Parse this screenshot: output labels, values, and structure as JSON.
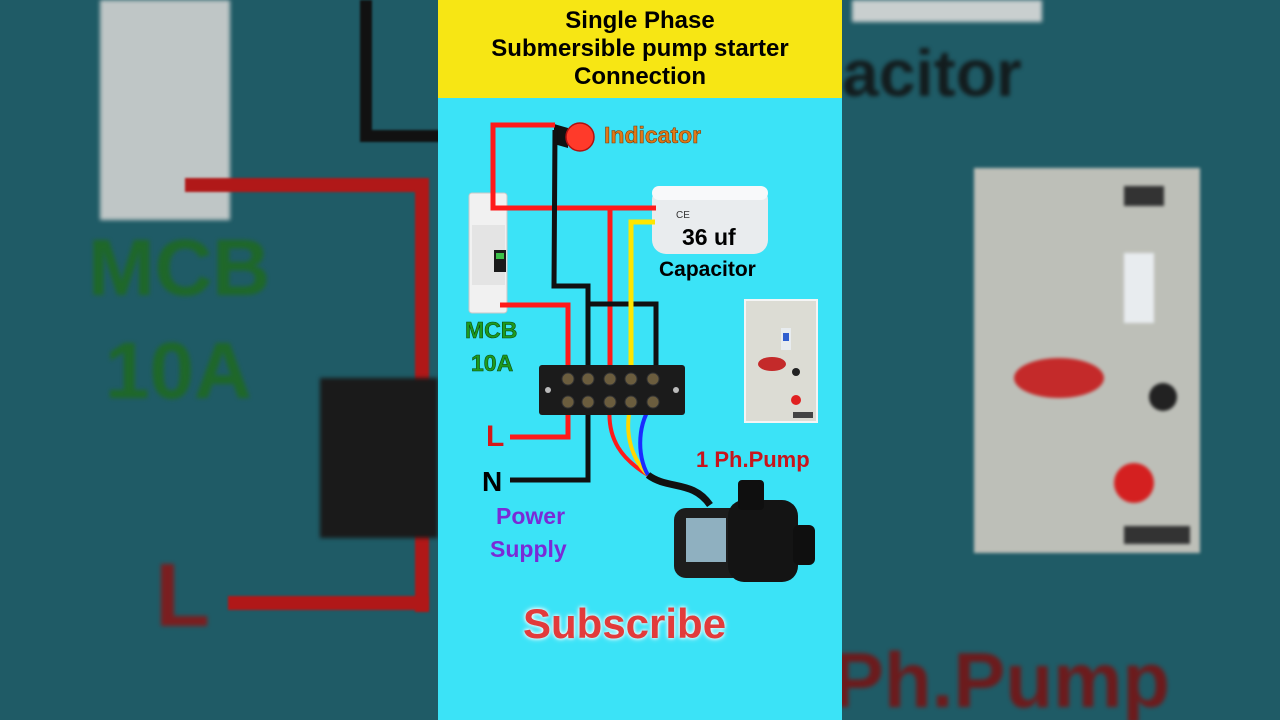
{
  "title": {
    "line1": "Single Phase",
    "line2": "Submersible pump starter",
    "line3": "Connection"
  },
  "labels": {
    "indicator": "Indicator",
    "capacitor_value": "36 uf",
    "capacitor": "Capacitor",
    "mcb": "MCB",
    "mcb_rating": "10A",
    "live": "L",
    "neutral": "N",
    "power_supply_1": "Power",
    "power_supply_2": "Supply",
    "pump": "1 Ph.Pump",
    "subscribe": "Subscribe"
  },
  "background_text": {
    "left_mcb": "MCB",
    "left_rating": "10A",
    "left_live": "L",
    "right_capacitor": "acitor",
    "right_pump": "Ph.Pump"
  },
  "colors": {
    "panel_bg": "#3be3f7",
    "title_bg": "#f7e614",
    "live_wire": "#ff1a1a",
    "neutral_wire": "#111111",
    "capacitor_wire": "#ffe600",
    "motor_wire_blue": "#1a2cff",
    "mcb_label": "#1e9a1e",
    "power_supply_label": "#7a2bd6",
    "indicator_label": "#e07a18",
    "pump_label": "#c8141c",
    "subscribe": "#e23b3b"
  }
}
